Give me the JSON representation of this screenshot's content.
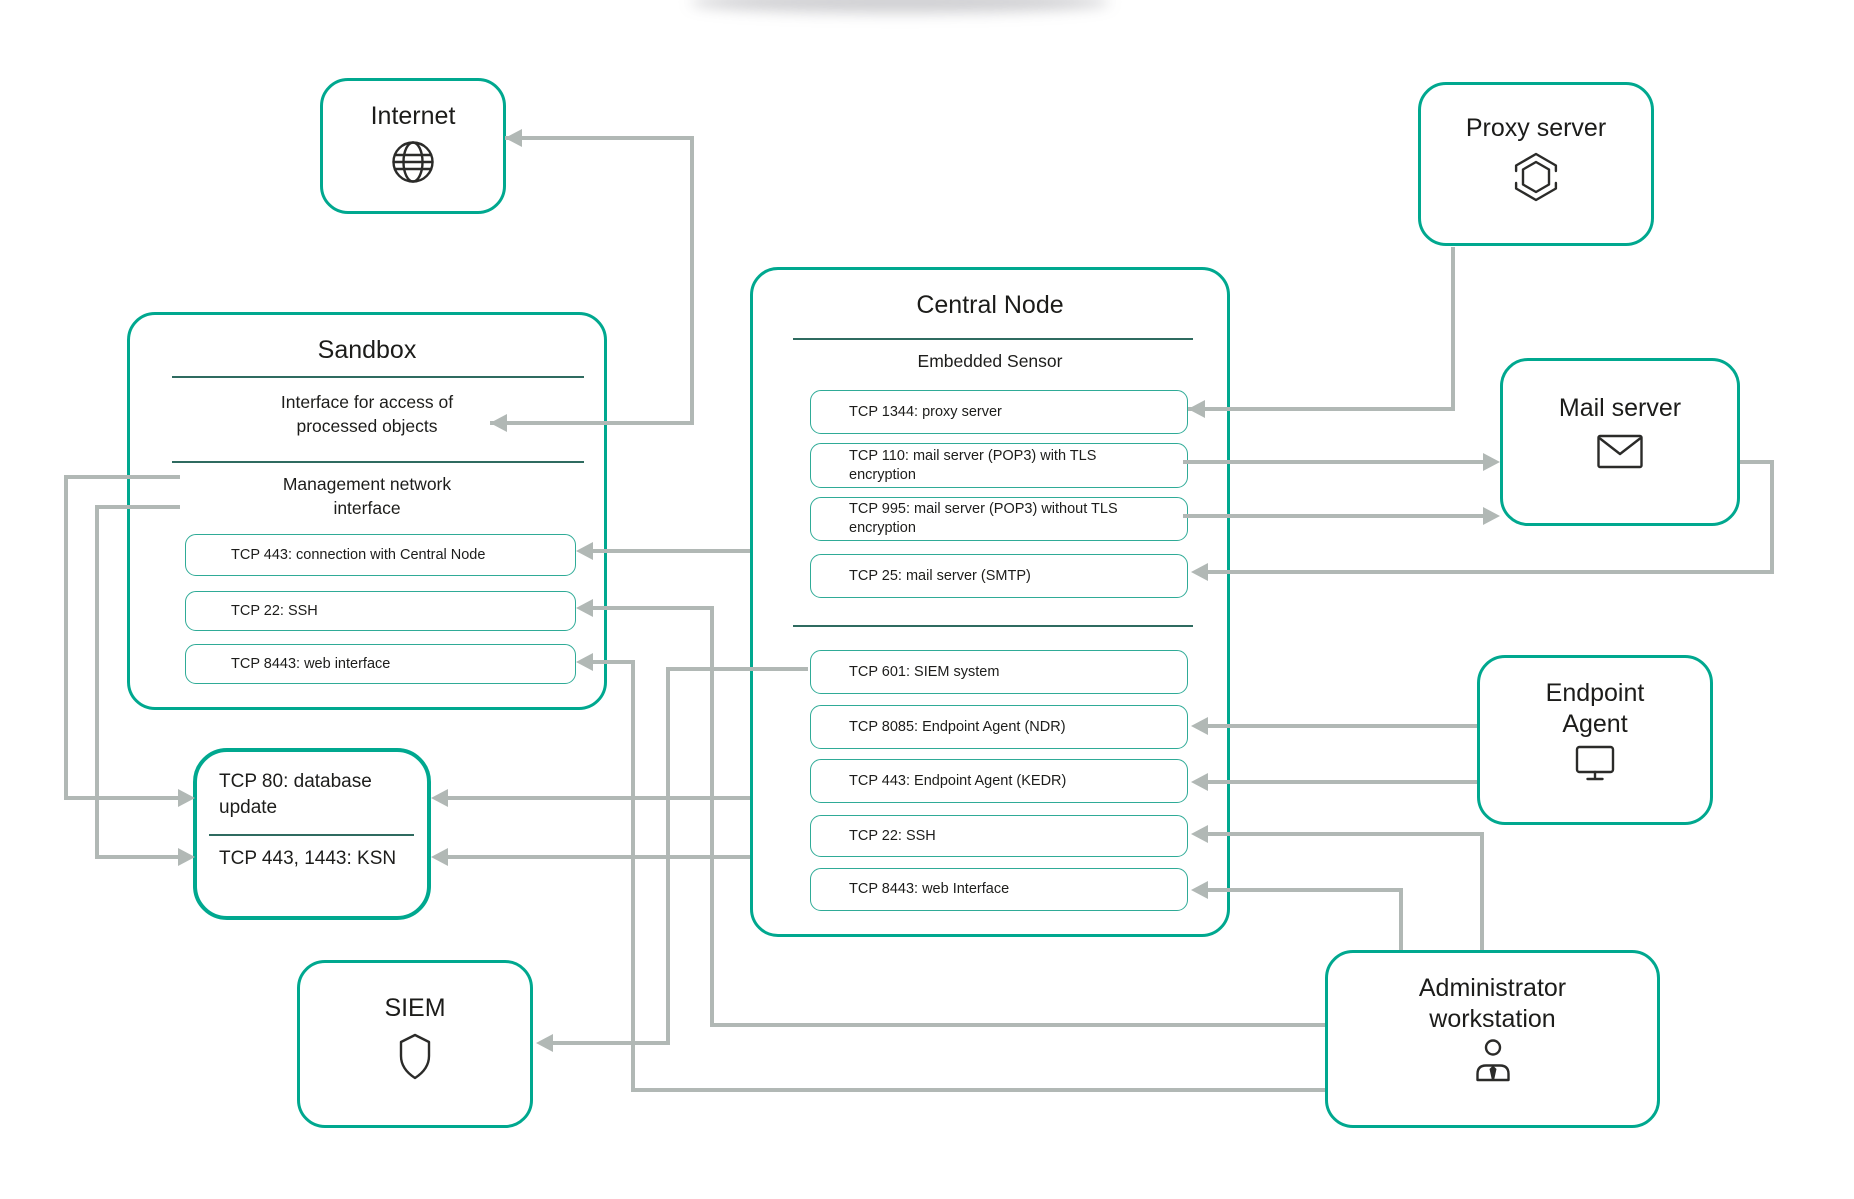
{
  "colors": {
    "accent_green": "#00a88f",
    "port_border": "#2fab97",
    "connector_gray": "#b1b8b5",
    "text": "#1d1d1b",
    "divider": "#2f6b60"
  },
  "nodes": {
    "internet": {
      "title": "Internet",
      "icon": "globe-icon"
    },
    "proxy": {
      "title": "Proxy server",
      "icon": "hexagon-icon"
    },
    "mail": {
      "title": "Mail server",
      "icon": "envelope-icon"
    },
    "endpoint": {
      "title": "Endpoint Agent",
      "icon": "monitor-icon"
    },
    "siem": {
      "title": "SIEM",
      "icon": "shield-icon"
    },
    "admin": {
      "title": "Administrator workstation",
      "icon": "person-icon"
    },
    "sandbox": {
      "title": "Sandbox",
      "headings": [
        "Interface for access of processed objects",
        "Management network interface"
      ],
      "ports": [
        "TCP 443: connection with Central Node",
        "TCP 22: SSH",
        "TCP 8443: web interface"
      ]
    },
    "central": {
      "title": "Central Node",
      "subtitle": "Embedded Sensor",
      "sensor_ports": [
        "TCP 1344: proxy server",
        "TCP 110: mail server (POP3) with TLS encryption",
        "TCP 995: mail server (POP3) without TLS encryption",
        "TCP 25: mail server (SMTP)"
      ],
      "ports": [
        "TCP 601: SIEM system",
        "TCP 8085: Endpoint Agent (NDR)",
        "TCP 443: Endpoint Agent (KEDR)",
        "TCP 22: SSH",
        "TCP 8443: web Interface"
      ]
    },
    "services": {
      "rows": [
        "TCP 80: database update",
        "TCP 443, 1443: KSN"
      ]
    }
  },
  "connections": [
    {
      "from": "Internet",
      "to": "Sandbox: interface for access of processed objects",
      "direction": "both"
    },
    {
      "from": "Proxy server",
      "to": "Central Node: TCP 1344"
    },
    {
      "from": "Central Node: TCP 110",
      "to": "Mail server"
    },
    {
      "from": "Central Node: TCP 995",
      "to": "Mail server"
    },
    {
      "from": "Mail server",
      "to": "Central Node: TCP 25"
    },
    {
      "from": "Central Node: TCP 601",
      "to": "SIEM"
    },
    {
      "from": "Endpoint Agent",
      "to": "Central Node: TCP 8085"
    },
    {
      "from": "Endpoint Agent",
      "to": "Central Node: TCP 443 (KEDR)"
    },
    {
      "from": "Administrator workstation",
      "to": "Central Node: TCP 22"
    },
    {
      "from": "Administrator workstation",
      "to": "Central Node: TCP 8443"
    },
    {
      "from": "Administrator workstation",
      "to": "Sandbox: TCP 22"
    },
    {
      "from": "Administrator workstation",
      "to": "Sandbox: TCP 8443"
    },
    {
      "from": "Central Node",
      "to": "Sandbox: TCP 443"
    },
    {
      "from": "Central Node",
      "to": "TCP 80: database update"
    },
    {
      "from": "Central Node",
      "to": "TCP 443, 1443: KSN"
    },
    {
      "from": "Sandbox: management network interface",
      "to": "TCP 80: database update"
    },
    {
      "from": "Sandbox: management network interface",
      "to": "TCP 443, 1443: KSN"
    }
  ]
}
